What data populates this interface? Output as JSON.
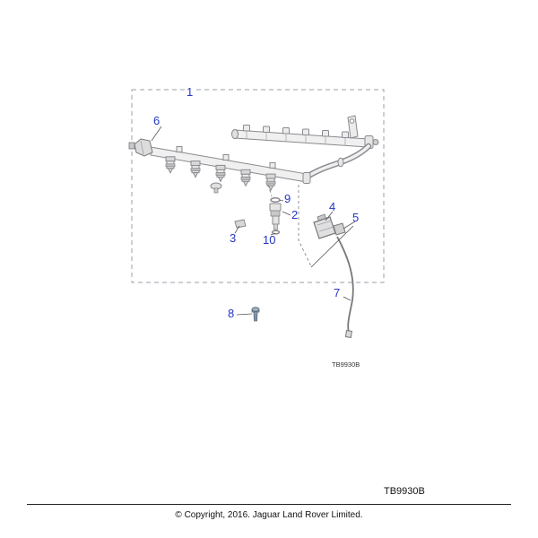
{
  "colors": {
    "callout_blue": "#2336c4",
    "line_gray": "#8a8a90",
    "text_dark": "#111111"
  },
  "diagram": {
    "callouts": [
      {
        "label": "1"
      },
      {
        "label": "2"
      },
      {
        "label": "3"
      },
      {
        "label": "4"
      },
      {
        "label": "5"
      },
      {
        "label": "6"
      },
      {
        "label": "7"
      },
      {
        "label": "8"
      },
      {
        "label": "9"
      },
      {
        "label": "10"
      }
    ],
    "inline_code": "TB9930B"
  },
  "footer": {
    "code": "TB9930B",
    "copyright": "© Copyright, 2016. Jaguar Land Rover Limited."
  }
}
